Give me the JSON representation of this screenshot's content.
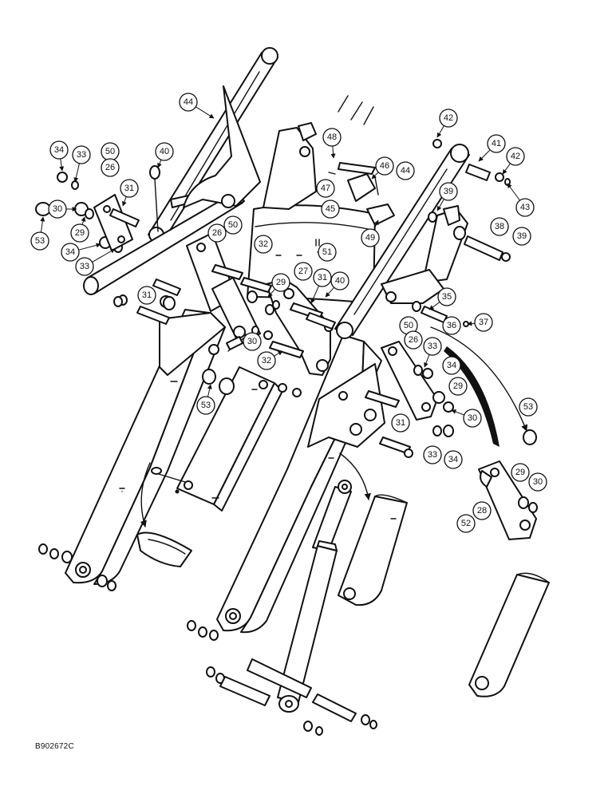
{
  "drawing_code": "B902672C",
  "callouts": [
    {
      "number": "44"
    },
    {
      "number": "34"
    },
    {
      "number": "33"
    },
    {
      "number": "50"
    },
    {
      "number": "26"
    },
    {
      "number": "40"
    },
    {
      "number": "31"
    },
    {
      "number": "30"
    },
    {
      "number": "29"
    },
    {
      "number": "53"
    },
    {
      "number": "34"
    },
    {
      "number": "33"
    },
    {
      "number": "26"
    },
    {
      "number": "50"
    },
    {
      "number": "32"
    },
    {
      "number": "51"
    },
    {
      "number": "27"
    },
    {
      "number": "29"
    },
    {
      "number": "31"
    },
    {
      "number": "40"
    },
    {
      "number": "31"
    },
    {
      "number": "30"
    },
    {
      "number": "32"
    },
    {
      "number": "53"
    },
    {
      "number": "48"
    },
    {
      "number": "47"
    },
    {
      "number": "46"
    },
    {
      "number": "45"
    },
    {
      "number": "49"
    },
    {
      "number": "44"
    },
    {
      "number": "42"
    },
    {
      "number": "41"
    },
    {
      "number": "42"
    },
    {
      "number": "43"
    },
    {
      "number": "39"
    },
    {
      "number": "38"
    },
    {
      "number": "39"
    },
    {
      "number": "35"
    },
    {
      "number": "36"
    },
    {
      "number": "37"
    },
    {
      "number": "50"
    },
    {
      "number": "26"
    },
    {
      "number": "33"
    },
    {
      "number": "34"
    },
    {
      "number": "29"
    },
    {
      "number": "31"
    },
    {
      "number": "30"
    },
    {
      "number": "33"
    },
    {
      "number": "34"
    },
    {
      "number": "53"
    },
    {
      "number": "29"
    },
    {
      "number": "30"
    },
    {
      "number": "28"
    },
    {
      "number": "52"
    }
  ]
}
